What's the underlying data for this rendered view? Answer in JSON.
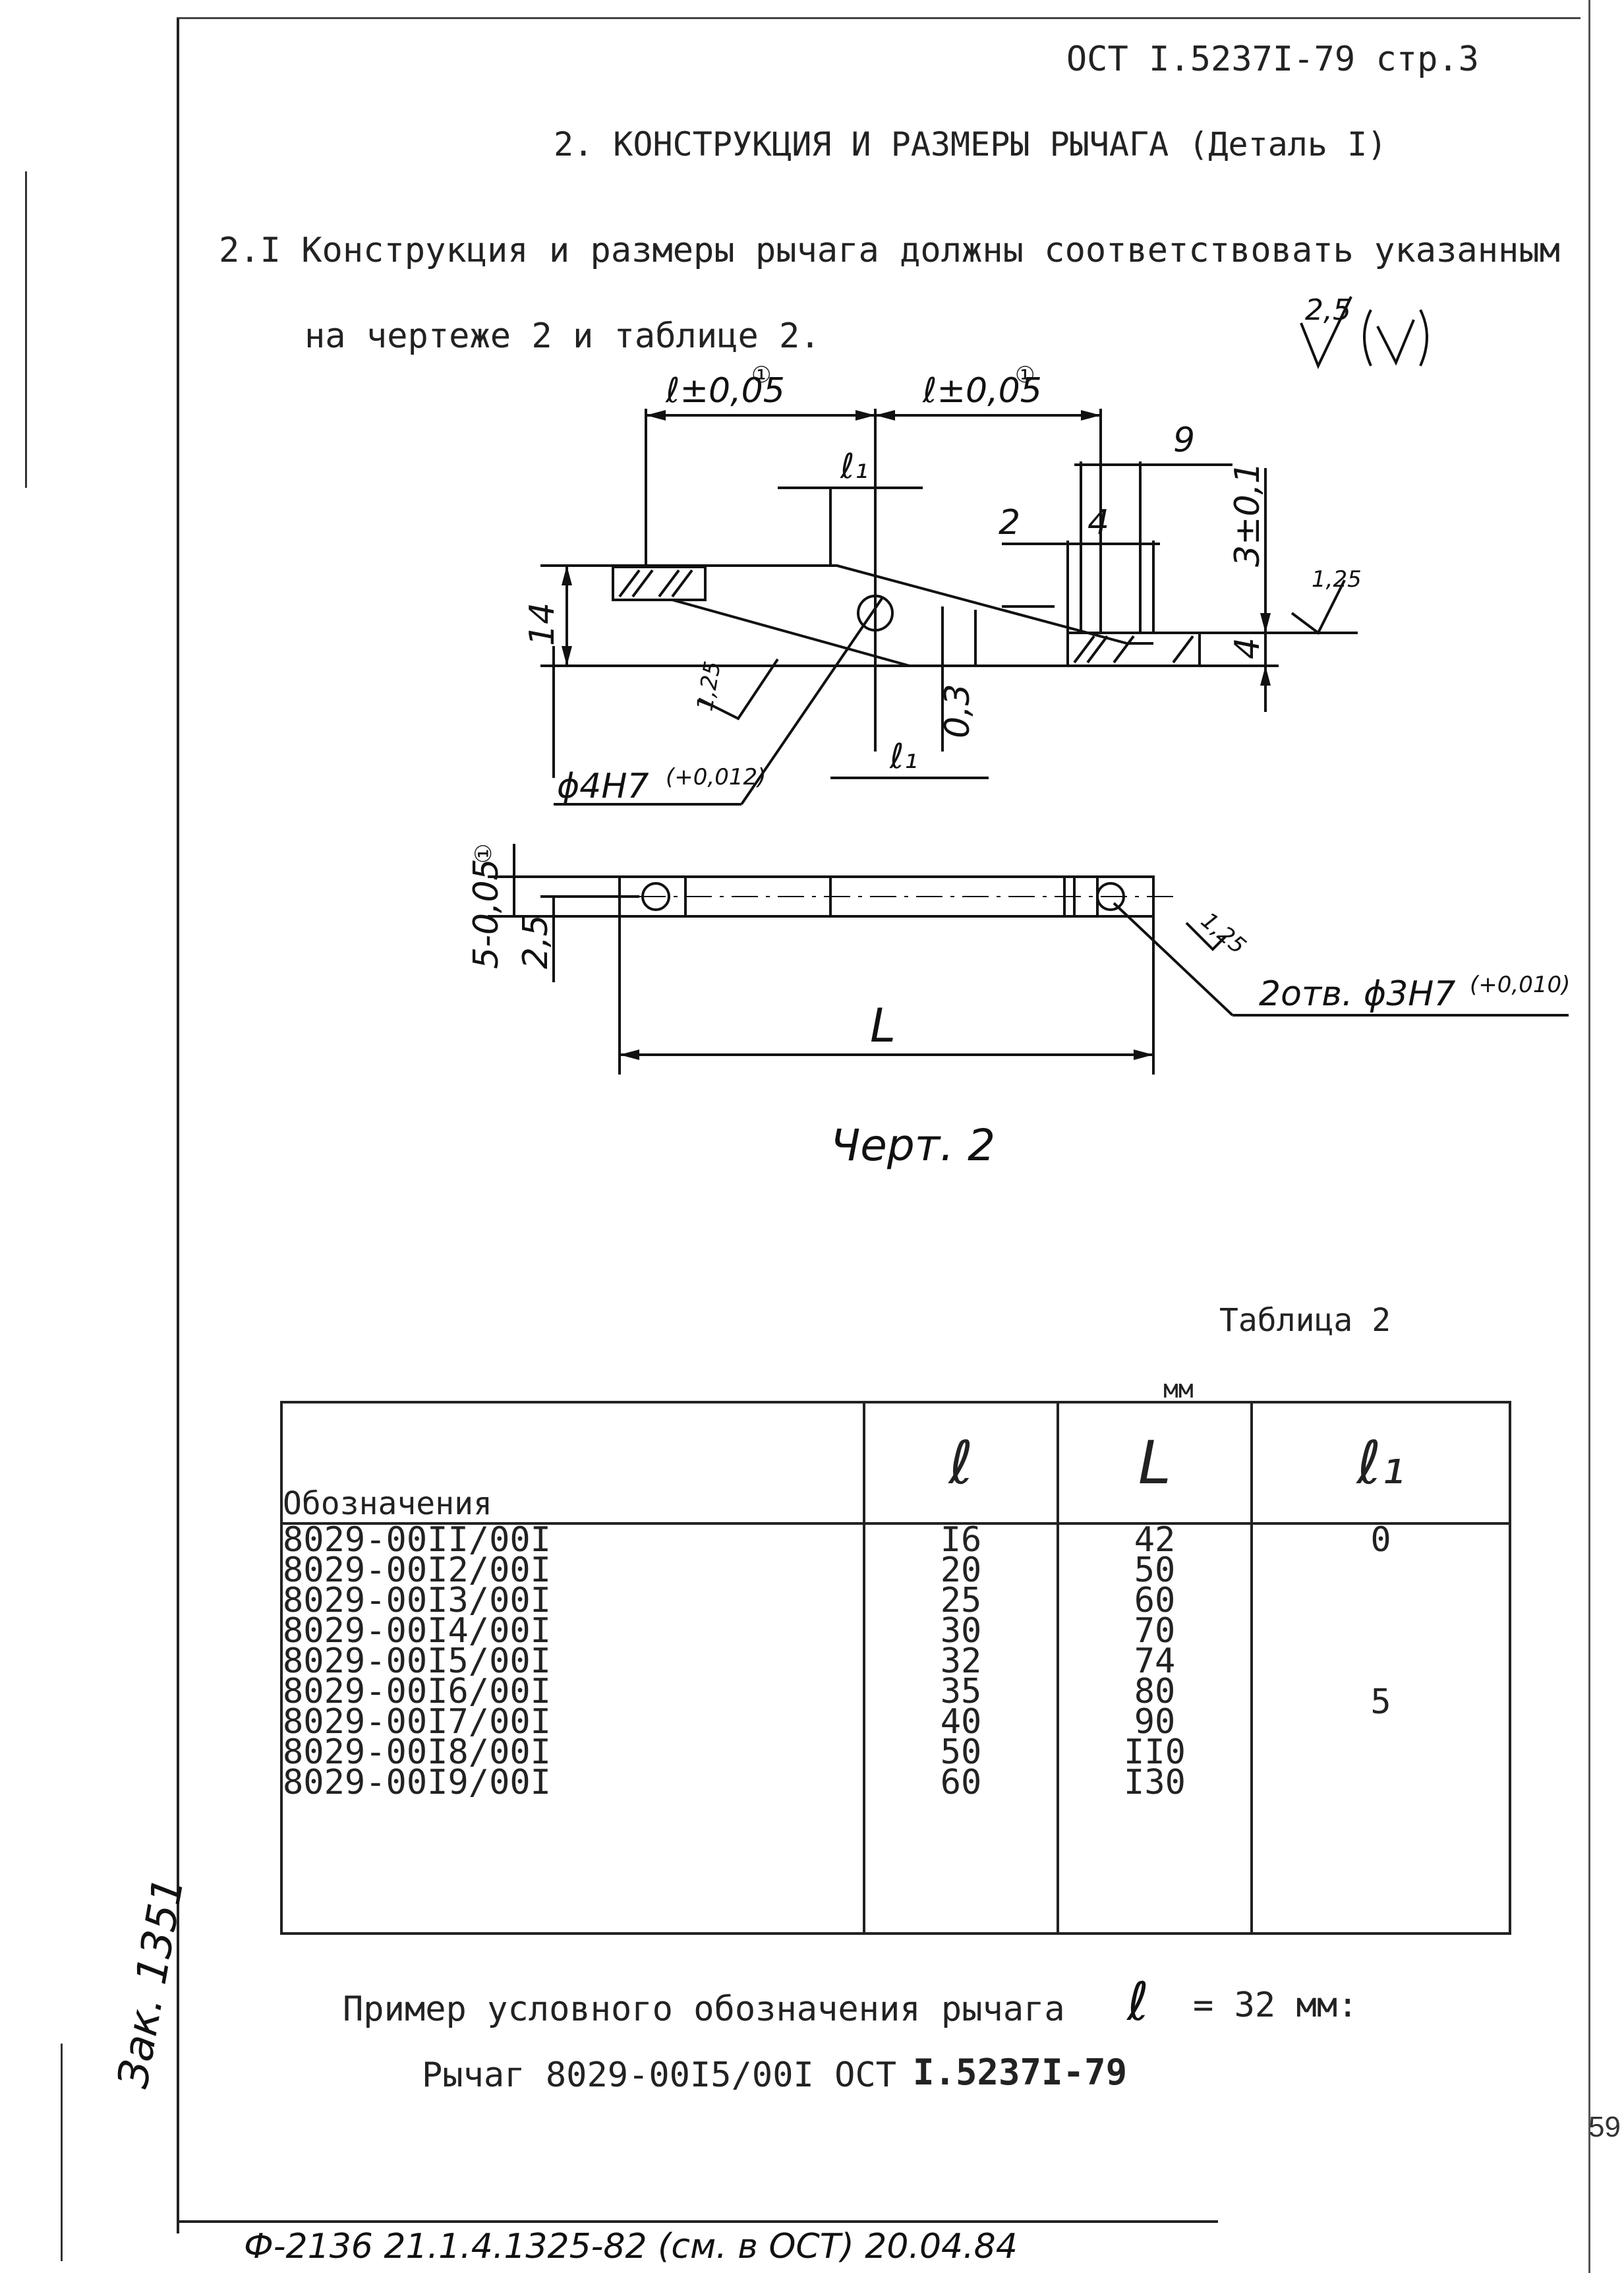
{
  "header": {
    "doc_number": "ОСТ I.5237I-79 стр.3",
    "section_title": "2. КОНСТРУКЦИЯ И РАЗМЕРЫ РЫЧАГА (Деталь I)"
  },
  "clause": {
    "line1": "2.I Конструкция и размеры рычага должны соответствовать указанным",
    "line2": "на чертеже 2 и таблице 2.",
    "roughness": "2,5"
  },
  "drawing": {
    "dims": {
      "l_tol": "ℓ±0,05",
      "ref_mark": "①",
      "l1": "ℓ₁",
      "nine": "9",
      "two": "2",
      "four": "4",
      "three": "3±0,1",
      "rough_125": "1,25",
      "fourteen": "14",
      "zero_three": "0,3",
      "bore": "ϕ4H7",
      "bore_tol": "(+0,012)",
      "thickness": "5-0,05",
      "two_five": "2,5",
      "length": "L",
      "holes": "2отв. ϕ3H7",
      "holes_tol": "(+0,010)"
    },
    "caption": "Черт. 2"
  },
  "table": {
    "caption": "Таблица 2",
    "unit": "мм",
    "headers": {
      "name": "Обозначения",
      "l": "ℓ",
      "L": "L",
      "l1": "ℓ₁"
    },
    "rows": [
      {
        "name": "8029-00II/00I",
        "l": "I6",
        "L": "42"
      },
      {
        "name": "8029-00I2/00I",
        "l": "20",
        "L": "50"
      },
      {
        "name": "8029-00I3/00I",
        "l": "25",
        "L": "60"
      },
      {
        "name": "8029-00I4/00I",
        "l": "30",
        "L": "70"
      },
      {
        "name": "8029-00I5/00I",
        "l": "32",
        "L": "74"
      },
      {
        "name": "8029-00I6/00I",
        "l": "35",
        "L": "80"
      },
      {
        "name": "8029-00I7/00I",
        "l": "40",
        "L": "90"
      },
      {
        "name": "8029-00I8/00I",
        "l": "50",
        "L": "II0"
      },
      {
        "name": "8029-00I9/00I",
        "l": "60",
        "L": "I30"
      }
    ],
    "l1_values": [
      "0",
      "5"
    ]
  },
  "example": {
    "text": "Пример условного обозначения рычага",
    "symbol": "ℓ",
    "value": "= 32 мм:",
    "designation": "Рычаг 8029-00I5/00I ОСТ",
    "standard": "I.5237I-79"
  },
  "page_number": "59",
  "margin_note": "Зак. 1351",
  "footnote": "Ф-2136 21.1.4.1325-82 (см. в ОСТ)  20.04.84"
}
